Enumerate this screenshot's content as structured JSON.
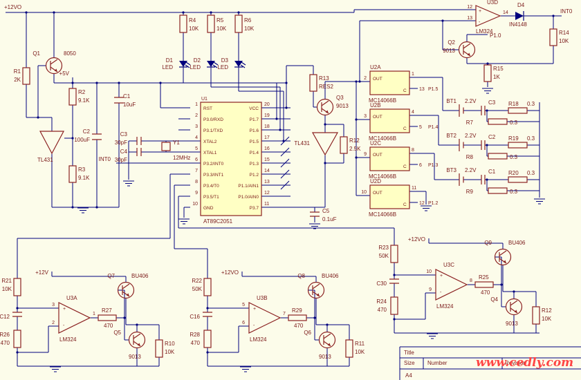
{
  "colors": {
    "background": "#FCFCEA",
    "wire": "#00007D",
    "component": "#8B2121",
    "ic_fill": "#FFFFC4",
    "label": "#7A1818",
    "watermark": "#FF4545"
  },
  "power": {
    "v12o": "+12VO",
    "v5": "+5V"
  },
  "nets": {
    "int0": "INT0",
    "p10": "P1.0"
  },
  "left": {
    "q1": {
      "ref": "Q1",
      "val": "8050"
    },
    "r1": {
      "ref": "R1",
      "val": "2K"
    },
    "r2": {
      "ref": "R2",
      "val": "9.1K"
    },
    "r3": {
      "ref": "R3",
      "val": "9.1K"
    },
    "tl431": "TL431",
    "c1": {
      "ref": "C1",
      "val": "10uF"
    },
    "c2": {
      "ref": "C2",
      "val": "100uF"
    },
    "c3": {
      "ref": "C3",
      "val": "30pF"
    },
    "c4": {
      "ref": "C4",
      "val": "30pF"
    },
    "y1": {
      "ref": "Y1",
      "val": "12MHz"
    }
  },
  "leds": {
    "r4": {
      "ref": "R4",
      "val": "10K"
    },
    "r5": {
      "ref": "R5",
      "val": "10K"
    },
    "r6": {
      "ref": "R6",
      "val": "10K"
    },
    "d1": {
      "ref": "D1",
      "val": "LED"
    },
    "d2": {
      "ref": "D2",
      "val": "LED"
    },
    "d3": {
      "ref": "D3",
      "val": "LED"
    }
  },
  "mcu": {
    "ref": "U1",
    "part": "AT89C2051",
    "left_pins": [
      {
        "num": "1",
        "name": "RST"
      },
      {
        "num": "2",
        "name": "P3.0/RXD"
      },
      {
        "num": "3",
        "name": "P3.1/TXD"
      },
      {
        "num": "4",
        "name": "XTAL2"
      },
      {
        "num": "5",
        "name": "XTAL1"
      },
      {
        "num": "6",
        "name": "P3.2/INT0"
      },
      {
        "num": "7",
        "name": "P3.3/INT1"
      },
      {
        "num": "8",
        "name": "P3.4/T0"
      },
      {
        "num": "9",
        "name": "P3.5/T1"
      },
      {
        "num": "10",
        "name": "GND"
      }
    ],
    "right_pins": [
      {
        "num": "20",
        "name": "VCC"
      },
      {
        "num": "19",
        "name": "P1.7"
      },
      {
        "num": "18",
        "name": "P1.6"
      },
      {
        "num": "17",
        "name": "P1.5"
      },
      {
        "num": "16",
        "name": "P1.4"
      },
      {
        "num": "15",
        "name": "P1.3"
      },
      {
        "num": "14",
        "name": "P1.2"
      },
      {
        "num": "13",
        "name": "P1.1/AIN1"
      },
      {
        "num": "12",
        "name": "P1.0/AIN0"
      },
      {
        "num": "11",
        "name": "P3.7"
      }
    ]
  },
  "mid": {
    "r13": {
      "ref": "R13",
      "val": "RES2"
    },
    "q3": {
      "ref": "Q3",
      "val": "9013"
    },
    "tl431": "TL431",
    "r12": {
      "ref": "R12",
      "val": "2.5K"
    },
    "c5": {
      "ref": "C5",
      "val": "0.1uF"
    }
  },
  "topright": {
    "u3d": {
      "ref": "U3D",
      "part": "LM324",
      "pin_inp": "12",
      "pin_inn": "13",
      "pin_out": "14"
    },
    "d4": {
      "ref": "D4",
      "val": "IN4148"
    },
    "r14": {
      "ref": "R14",
      "val": "10K"
    },
    "q2": {
      "ref": "Q2",
      "val": "9013"
    },
    "r15": {
      "ref": "R15",
      "val": "1K"
    }
  },
  "switches": {
    "part": "MC14066B",
    "label_out": "OUT",
    "label_c": "C",
    "list": [
      {
        "ref": "U2A",
        "pin_in": "2",
        "pin_out": "1",
        "pin_ctrl": "13",
        "net": "P1.5"
      },
      {
        "ref": "U2B",
        "pin_in": "3",
        "pin_out": "4",
        "pin_ctrl": "5",
        "net": "P1.4"
      },
      {
        "ref": "U2C",
        "pin_in": "9",
        "pin_out": "8",
        "pin_ctrl": "6",
        "net": "P1.3"
      },
      {
        "ref": "U2D",
        "pin_in": "10",
        "pin_out": "11",
        "pin_ctrl": "12",
        "net": "P1.2"
      }
    ]
  },
  "batteries": [
    {
      "ref": "BT1",
      "val": "2.2V",
      "cap": "C3",
      "rtop_ref": "R18",
      "rtop_val": "0.3",
      "rbot_ref": "R7",
      "rbot_val": "0.3"
    },
    {
      "ref": "BT2",
      "val": "2.2V",
      "cap": "C2",
      "rtop_ref": "R19",
      "rtop_val": "0.3",
      "rbot_ref": "R8",
      "rbot_val": "0.3"
    },
    {
      "ref": "BT3",
      "val": "2.2V",
      "cap": "C1",
      "rtop_ref": "R20",
      "rtop_val": "0.3",
      "rbot_ref": "R9",
      "rbot_val": "0.3"
    }
  ],
  "amps": [
    {
      "rin_ref": "R21",
      "rin_val": "10K",
      "rail": "+12V",
      "ref": "U3A",
      "part": "LM324",
      "pin_inp": "3",
      "pin_inn": "2",
      "pin_out": "1",
      "cap": "C12",
      "rfb_ref": "R26",
      "rfb_val": "470",
      "rout_ref": "R27",
      "rout_val": "470",
      "qtop_ref": "Q7",
      "qtop_val": "BU406",
      "qbot_ref": "Q5",
      "qbot_val": "9013",
      "re_ref": "R10",
      "re_val": "10K"
    },
    {
      "rin_ref": "R22",
      "rin_val": "50K",
      "rail": "+12VO",
      "ref": "U3B",
      "part": "LM324",
      "pin_inp": "5",
      "pin_inn": "6",
      "pin_out": "7",
      "cap": "C16",
      "rfb_ref": "R28",
      "rfb_val": "470",
      "rout_ref": "R29",
      "rout_val": "470",
      "qtop_ref": "Q8",
      "qtop_val": "BU406",
      "qbot_ref": "Q6",
      "qbot_val": "9013",
      "re_ref": "R11",
      "re_val": "10K"
    },
    {
      "rin_ref": "R23",
      "rin_val": "50K",
      "rail": "+12VO",
      "ref": "U3C",
      "part": "LM324",
      "pin_inp": "10",
      "pin_inn": "9",
      "pin_out": "8",
      "cap": "C30",
      "rfb_ref": "R24",
      "rfb_val": "470",
      "rout_ref": "R25",
      "rout_val": "470",
      "qtop_ref": "Q9",
      "qtop_val": "BU406",
      "qbot_ref": "Q4",
      "qbot_val": "9013",
      "re_ref": "R12",
      "re_val": "10K"
    }
  ],
  "opamp": {
    "plus": "+",
    "minus": "-"
  },
  "titleblock": {
    "title": "Title",
    "size_label": "Size",
    "size": "A4",
    "number_label": "Number",
    "revision_label": "Revision"
  },
  "watermark": "www.cedly.com"
}
